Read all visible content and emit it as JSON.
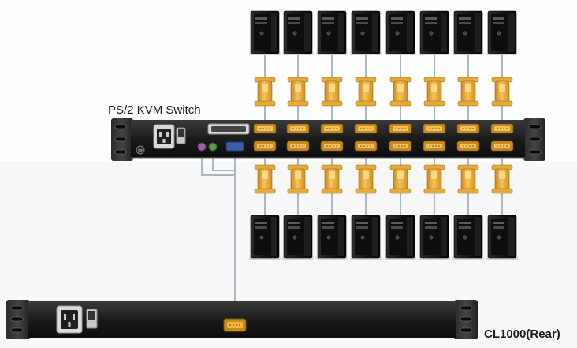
{
  "labels": {
    "switch": "PS/2 KVM Switch",
    "rear": "CL1000(Rear)"
  },
  "computers": {
    "top_row_count": 8,
    "bottom_row_count": 8
  },
  "colors": {
    "background": "#fefefe",
    "chassis": "#1b1b1b",
    "vga_port": "#c98a1c",
    "adapter": "#f0b545",
    "cable": "#a8b8c2",
    "keyboard_port": "#9b5fa8",
    "mouse_port": "#5e9a3c",
    "video_port": "#3a5fa8"
  },
  "icons": {
    "computer": "tower-pc-icon",
    "adapter": "vga-cable-adapter-icon",
    "power_socket": "power-socket-icon",
    "power_switch": "power-switch-icon",
    "ground": "ground-terminal-icon"
  }
}
